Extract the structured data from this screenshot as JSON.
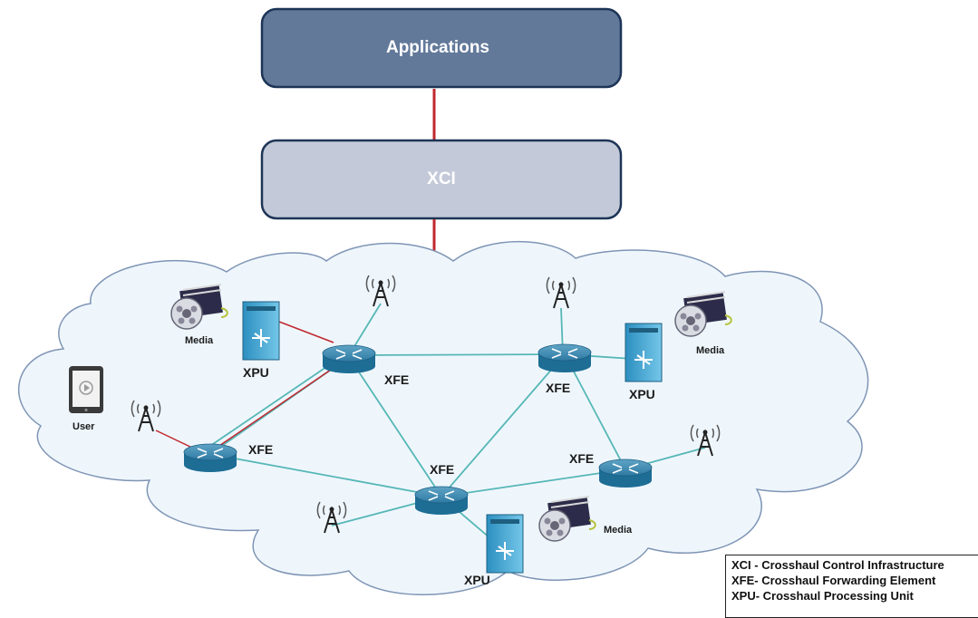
{
  "layers": {
    "applications": "Applications",
    "xci": "XCI"
  },
  "nodes": {
    "xfe_top": "XFE",
    "xfe_right": "XFE",
    "xfe_left": "XFE",
    "xfe_center": "XFE",
    "xfe_far_right": "XFE",
    "xpu_left": "XPU",
    "xpu_right": "XPU",
    "xpu_bottom": "XPU",
    "media_left": "Media",
    "media_right": "Media",
    "media_bottom": "Media",
    "user": "User"
  },
  "legend": {
    "xci": "XCI - Crosshaul Control Infrastructure",
    "xfe": "XFE- Crosshaul Forwarding Element",
    "xpu": "XPU- Crosshaul Processing Unit"
  },
  "colors": {
    "applications_box": "#62799a",
    "xci_box": "#c3c9d8",
    "cloud_fill": "#eef6fc",
    "link": "#56b7b6",
    "control_link": "#c1272d"
  }
}
